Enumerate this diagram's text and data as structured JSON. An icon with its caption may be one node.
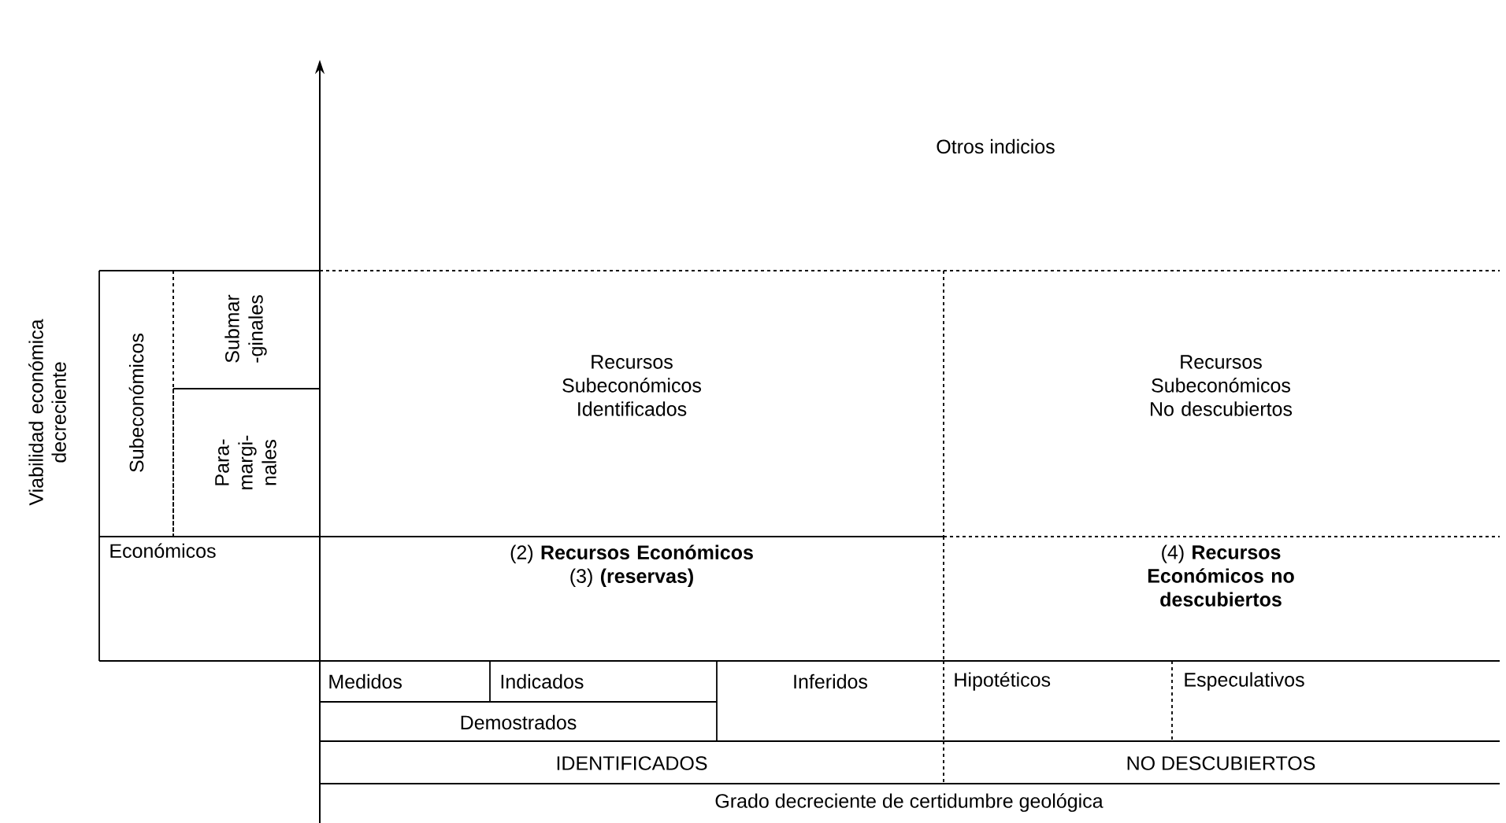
{
  "diagram": {
    "nodes": [
      {
        "text": [
          "Subeconómicos"
        ]
      },
      {
        "text": [
          "Submar -ginales"
        ]
      },
      {
        "text": [
          "Para- margi- nales"
        ]
      },
      {
        "text": [
          "Económicos"
        ]
      },
      {
        "text": [
          "Recursos Subeconómicos Identificados"
        ]
      },
      {
        "text": [
          "Recursos Subeconómicos No descubiertos"
        ]
      },
      {
        "text": [
          "(2) **Recursos Económicos**",
          "(3) **(reservas)**"
        ]
      },
      {
        "text": [
          "(4) **Recursos Económicos no descubiertos**"
        ]
      },
      {
        "text": [
          "Medidos"
        ]
      },
      {
        "text": [
          "Indicados"
        ]
      },
      {
        "text": [
          "Inferidos"
        ]
      },
      {
        "text": [
          "Hipotéticos"
        ]
      },
      {
        "text": [
          "Especulativos"
        ]
      },
      {
        "text": [
          "Demostrados"
        ]
      },
      {
        "text": [
          "IDENTIFICADOS"
        ]
      },
      {
        "text": [
          "NO DESCUBIERTOS"
        ]
      },
      {
        "text": [
          "Grado decreciente de certidumbre geológica"
        ]
      }
    ],
    "labels": [
      "Otros indicios",
      "Viabilidad económica decreciente"
    ]
  }
}
